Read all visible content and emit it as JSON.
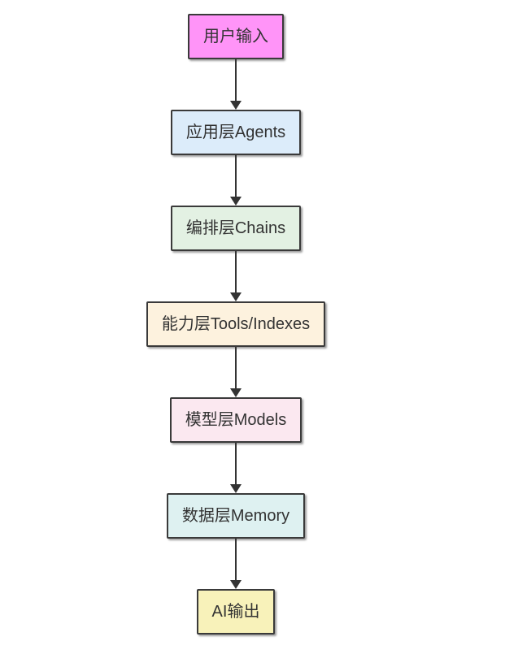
{
  "diagram": {
    "type": "flowchart",
    "direction": "top-down",
    "colors": {
      "border": "#3a3a3a",
      "arrow": "#333333",
      "text": "#333333",
      "background": "#ffffff"
    },
    "nodes": [
      {
        "id": "user-input",
        "label": "用户输入",
        "fill": "#ff94f8"
      },
      {
        "id": "application-layer",
        "label": "应用层Agents",
        "fill": "#dcecfa"
      },
      {
        "id": "orchestration-layer",
        "label": "编排层Chains",
        "fill": "#e3f1e3"
      },
      {
        "id": "capability-layer",
        "label": "能力层Tools/Indexes",
        "fill": "#fdf2de"
      },
      {
        "id": "model-layer",
        "label": "模型层Models",
        "fill": "#fbe8f0"
      },
      {
        "id": "data-layer",
        "label": "数据层Memory",
        "fill": "#def1f1"
      },
      {
        "id": "ai-output",
        "label": "AI输出",
        "fill": "#f8f2ba"
      }
    ],
    "edges": [
      {
        "from": "user-input",
        "to": "application-layer"
      },
      {
        "from": "application-layer",
        "to": "orchestration-layer"
      },
      {
        "from": "orchestration-layer",
        "to": "capability-layer"
      },
      {
        "from": "capability-layer",
        "to": "model-layer"
      },
      {
        "from": "model-layer",
        "to": "data-layer"
      },
      {
        "from": "data-layer",
        "to": "ai-output"
      }
    ]
  }
}
